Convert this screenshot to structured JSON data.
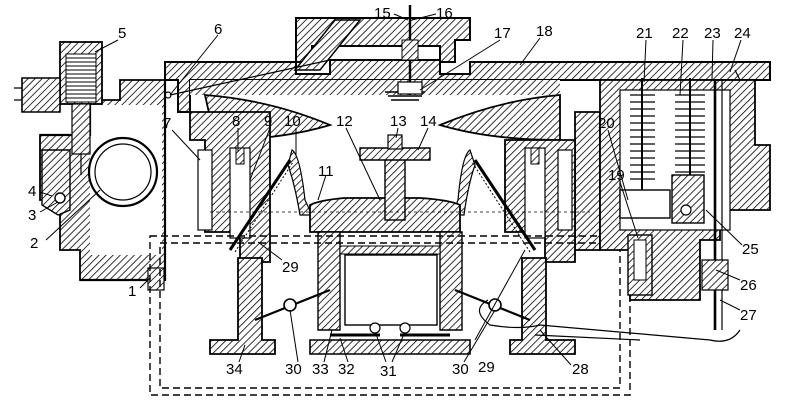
{
  "figure": {
    "callouts": [
      "1",
      "2",
      "3",
      "4",
      "5",
      "6",
      "7",
      "8",
      "9",
      "10",
      "11",
      "12",
      "13",
      "14",
      "15",
      "16",
      "17",
      "18",
      "19",
      "20",
      "21",
      "22",
      "23",
      "24",
      "25",
      "26",
      "27",
      "28",
      "29",
      "30",
      "31",
      "32",
      "33",
      "34"
    ],
    "duplicate_callouts": {
      "29b": "29",
      "30b": "30"
    }
  }
}
